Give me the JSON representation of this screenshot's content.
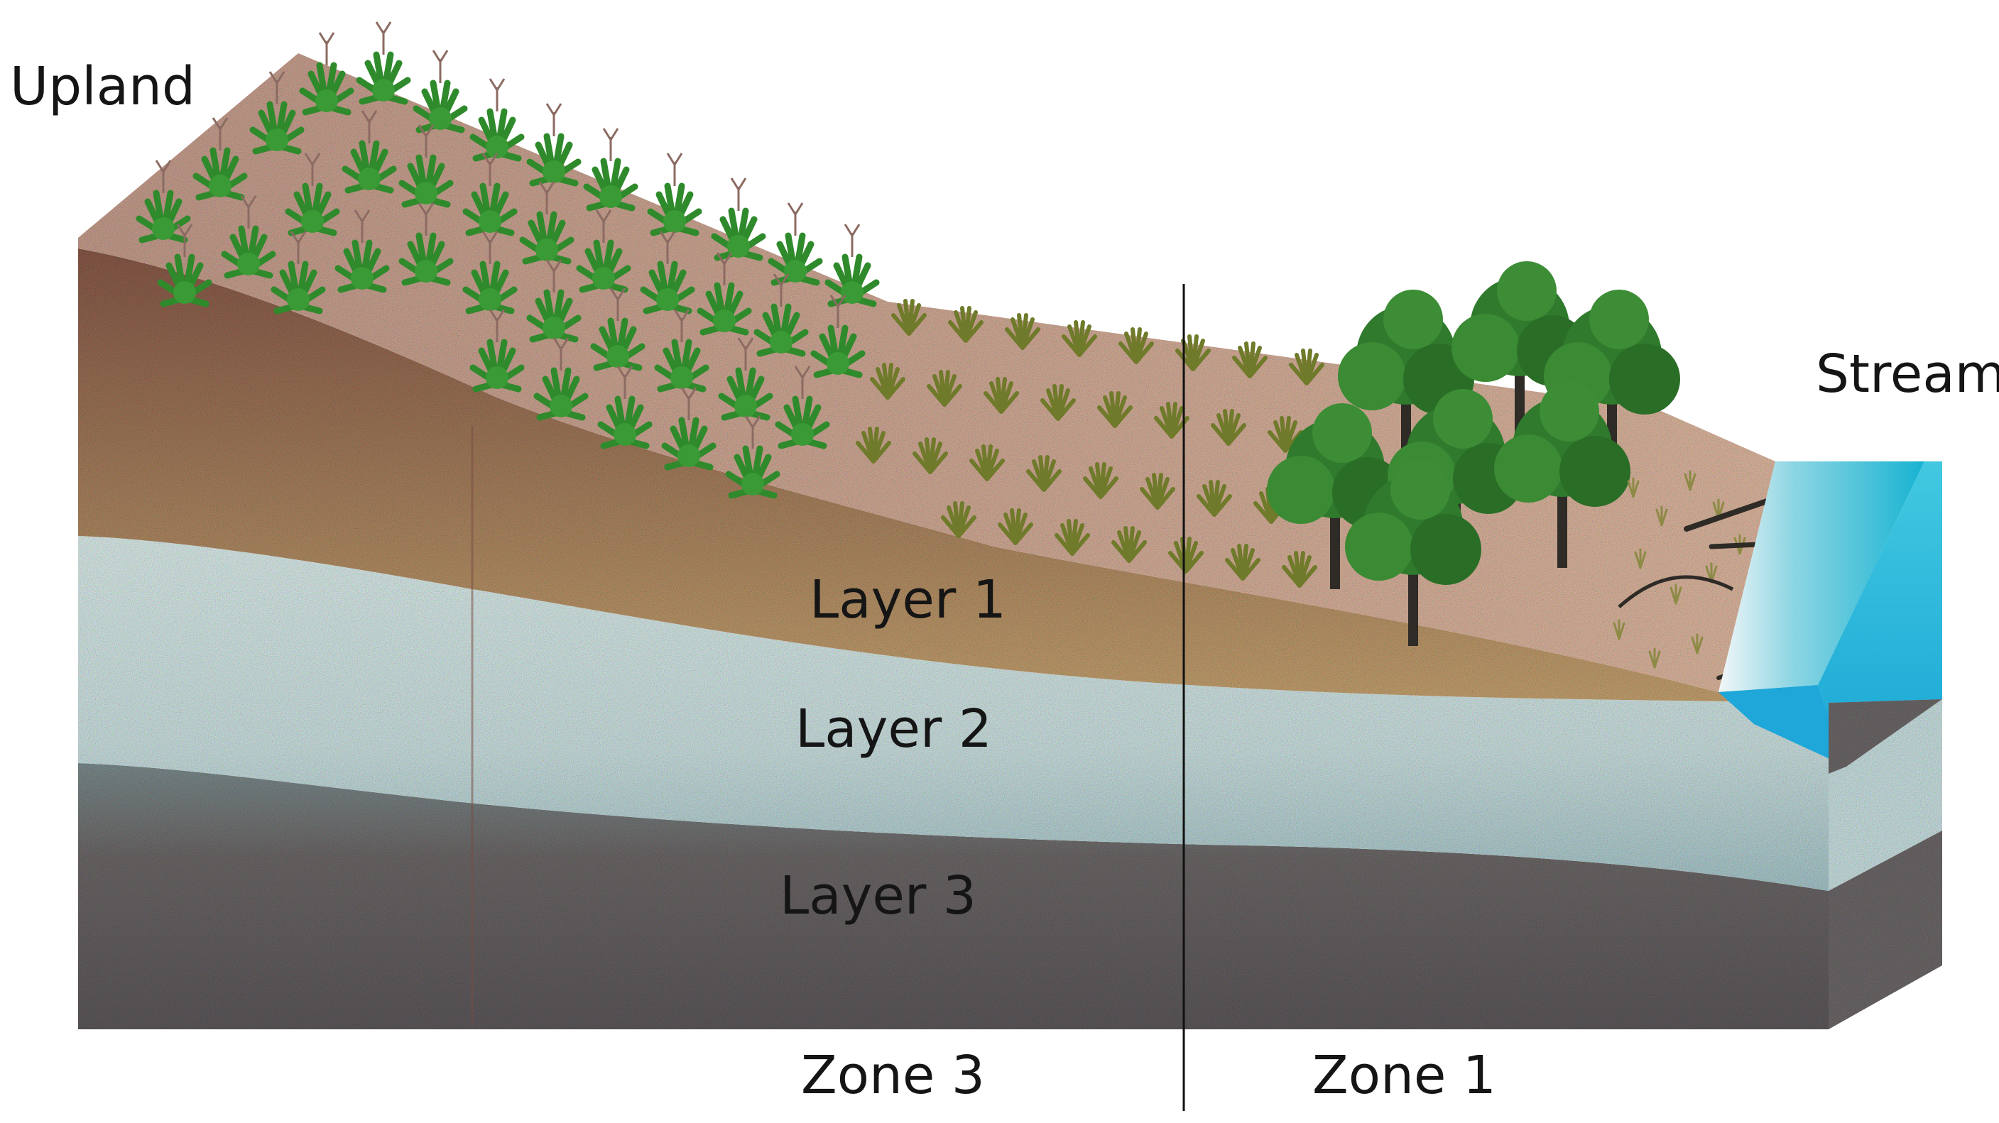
{
  "labels": {
    "upland": "Upland",
    "stream": "Stream",
    "layer_1": "Layer 1",
    "layer_2": "Layer 2",
    "layer_3": "Layer 3",
    "zone_3": "Zone 3",
    "zone_1": "Zone 1"
  },
  "colors": {
    "layer_1_soil": "#a97c5c",
    "layer_2_sand": "#cfe6e6",
    "layer_3_deep": "#6e6566",
    "crop_green": "#2f8a2c",
    "grass_olive": "#6f7a2a",
    "tree_green": "#2f7a2c",
    "stream_water": "#27b9d8"
  },
  "icons": {
    "crops": "crop-row-plants",
    "grass": "grass-tuft",
    "trees": "riparian-tree",
    "logs": "fallen-log"
  }
}
